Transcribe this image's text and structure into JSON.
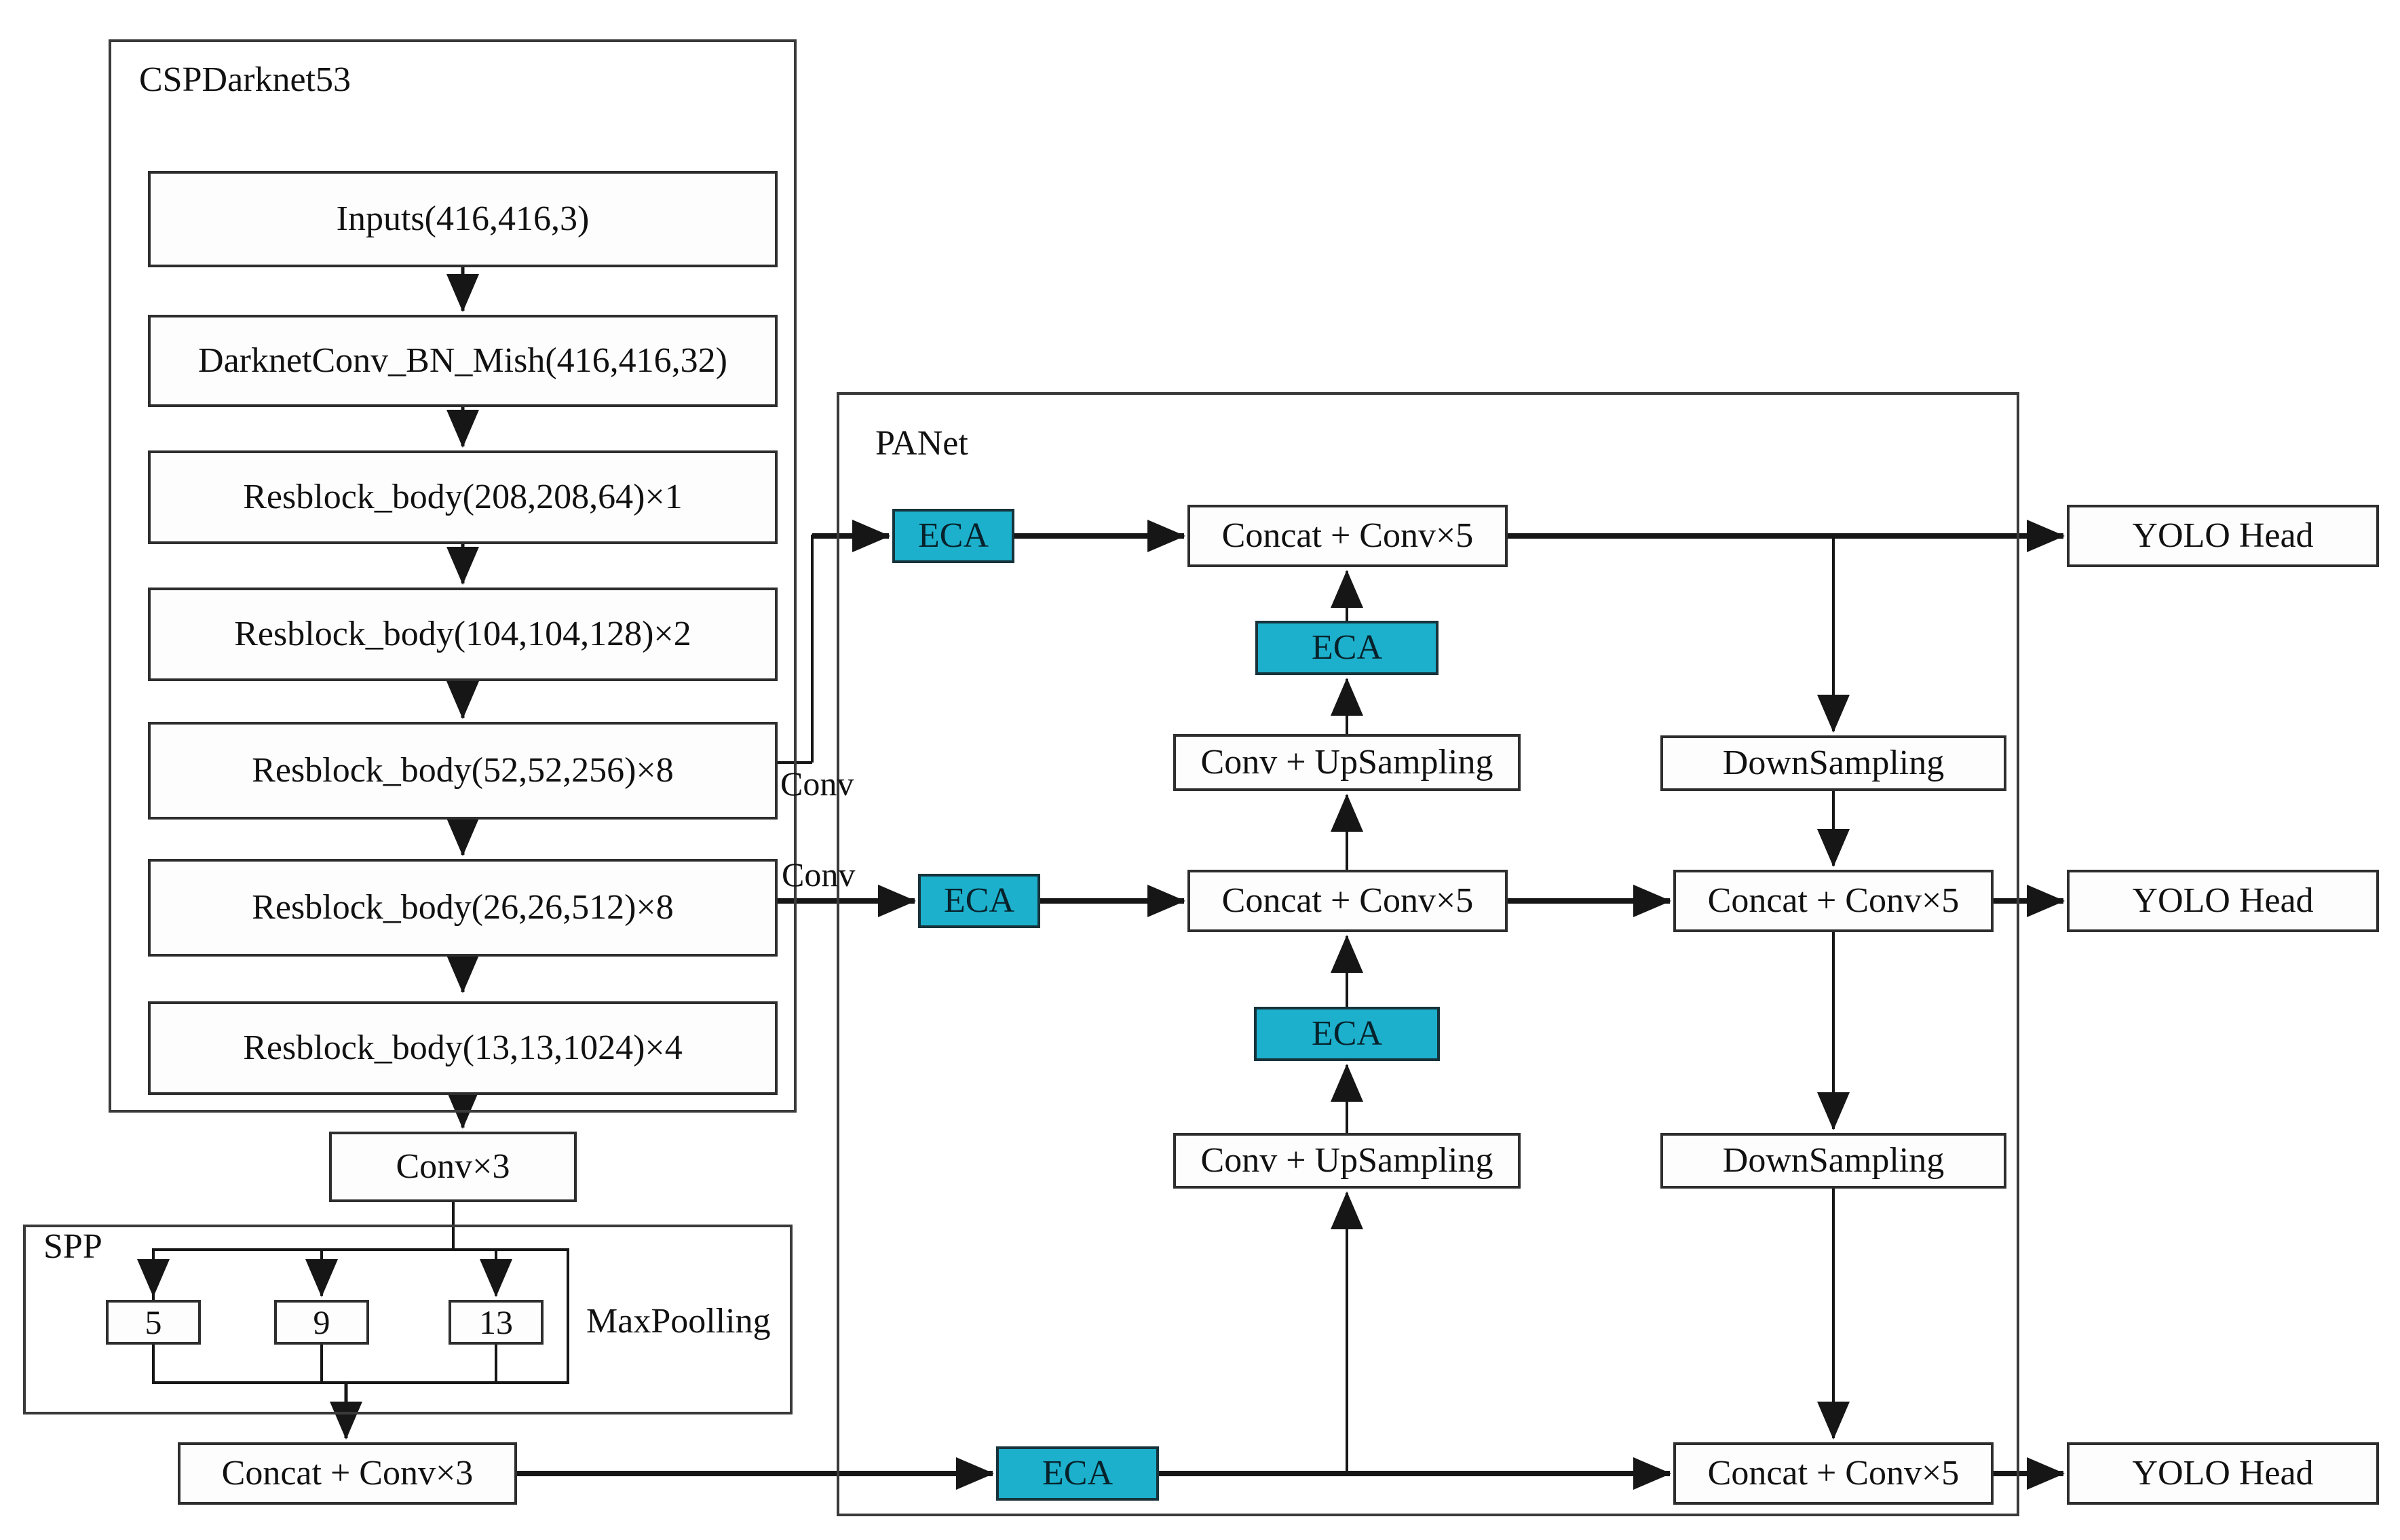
{
  "backbone": {
    "title": "CSPDarknet53",
    "blocks": [
      "Inputs(416,416,3)",
      "DarknetConv_BN_Mish(416,416,32)",
      "Resblock_body(208,208,64)×1",
      "Resblock_body(104,104,128)×2",
      "Resblock_body(52,52,256)×8",
      "Resblock_body(26,26,512)×8",
      "Resblock_body(13,13,1024)×4"
    ],
    "conv3": "Conv×3",
    "branch_conv_p3": "Conv",
    "branch_conv_p4": "Conv"
  },
  "spp": {
    "title": "SPP",
    "pools": [
      "5",
      "9",
      "13"
    ],
    "pooling_label": "MaxPoolling",
    "concat_conv3": "Concat + Conv×3"
  },
  "panet": {
    "title": "PANet",
    "eca": "ECA",
    "concat_conv5": "Concat + Conv×5",
    "conv_upsampling": "Conv + UpSampling",
    "downsampling": "DownSampling"
  },
  "head": {
    "label": "YOLO Head"
  },
  "colors": {
    "eca_fill": "#1CB0CC"
  }
}
